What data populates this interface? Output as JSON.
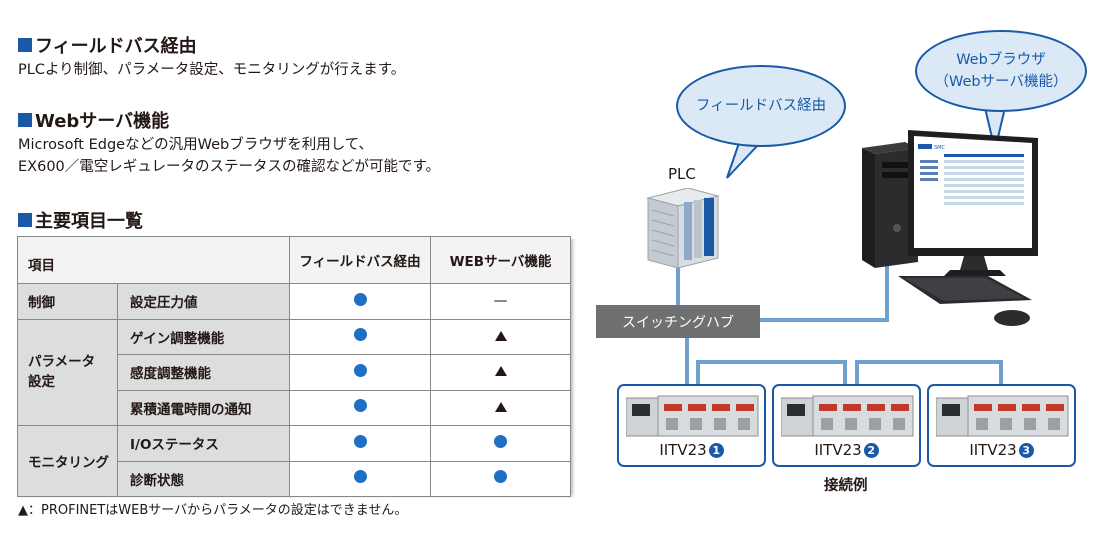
{
  "sections": {
    "fieldbus": {
      "title": "フィールドバス経由",
      "text": "PLCより制御、パラメータ設定、モニタリングが行えます。"
    },
    "webserver": {
      "title": "Webサーバ機能",
      "line1": "Microsoft Edgeなどの汎用Webブラウザを利用して、",
      "line2": "EX600／電空レギュレータのステータスの確認などが可能です。"
    },
    "items": {
      "title": "主要項目一覧"
    }
  },
  "table": {
    "header_item": "項目",
    "header_fieldbus": "フィールドバス経由",
    "header_web": "WEBサーバ機能",
    "cat_control": "制御",
    "cat_param": "パラメータ\n設定",
    "cat_monitor": "モニタリング",
    "rows": [
      {
        "label": "設定圧力値",
        "fieldbus": "●",
        "web": "—"
      },
      {
        "label": "ゲイン調整機能",
        "fieldbus": "●",
        "web": "▲"
      },
      {
        "label": "感度調整機能",
        "fieldbus": "●",
        "web": "▲"
      },
      {
        "label": "累積通電時間の通知",
        "fieldbus": "●",
        "web": "▲"
      },
      {
        "label": "I/Oステータス",
        "fieldbus": "●",
        "web": "●"
      },
      {
        "label": "診断状態",
        "fieldbus": "●",
        "web": "●"
      }
    ]
  },
  "footnote": "▲：PROFINETはWEBサーバからパラメータの設定はできません。",
  "diagram": {
    "bubble_fieldbus": "フィールドバス経由",
    "bubble_browser_line1": "Webブラウザ",
    "bubble_browser_line2": "（Webサーバ機能）",
    "plc_label": "PLC",
    "hub_label": "スイッチングハブ",
    "device_name": "IITV23",
    "device_numbers": [
      "1",
      "2",
      "3"
    ],
    "caption": "接続例",
    "monitor_logo": "SMC"
  },
  "colors": {
    "accent": "#1a59a8",
    "dot": "#1f6fc5",
    "line": "#6fa0d0",
    "hub": "#6f7072",
    "bubble_fill": "#dbe9f7"
  }
}
